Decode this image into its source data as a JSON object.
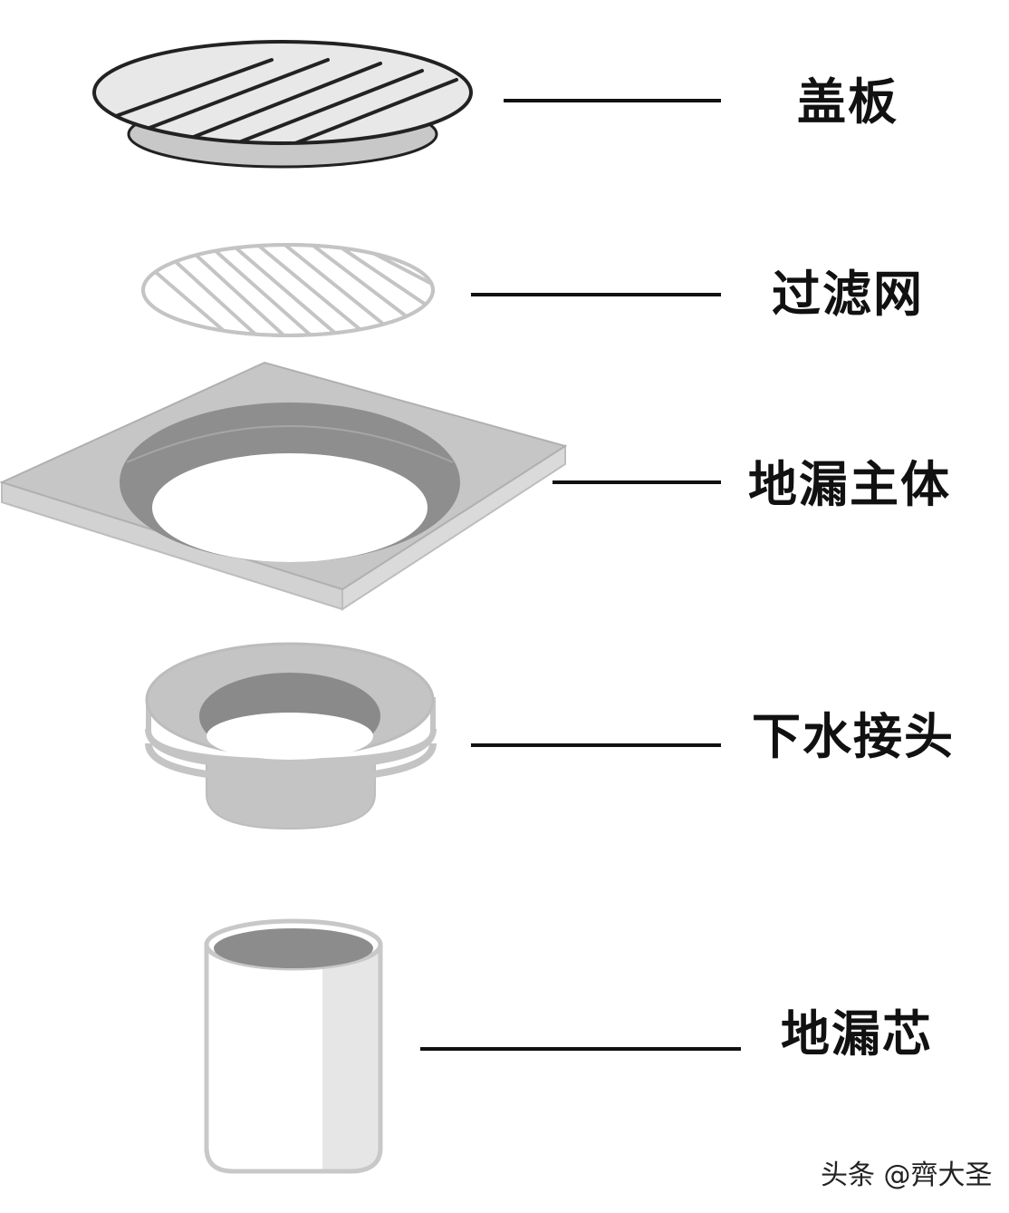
{
  "colors": {
    "outline": "#d0d0d0",
    "stroke_dark": "#222222",
    "fill_light": "#e6e6e6",
    "fill_mid": "#c8c8c8",
    "fill_dark": "#8c8c8c",
    "leader_line": "#111111"
  },
  "parts": [
    {
      "id": "cover",
      "label": "盖板"
    },
    {
      "id": "filter",
      "label": "过滤网"
    },
    {
      "id": "body",
      "label": "地漏主体"
    },
    {
      "id": "outlet",
      "label": "下水接头"
    },
    {
      "id": "core",
      "label": "地漏芯"
    }
  ],
  "watermark": "头条 @齊大圣"
}
